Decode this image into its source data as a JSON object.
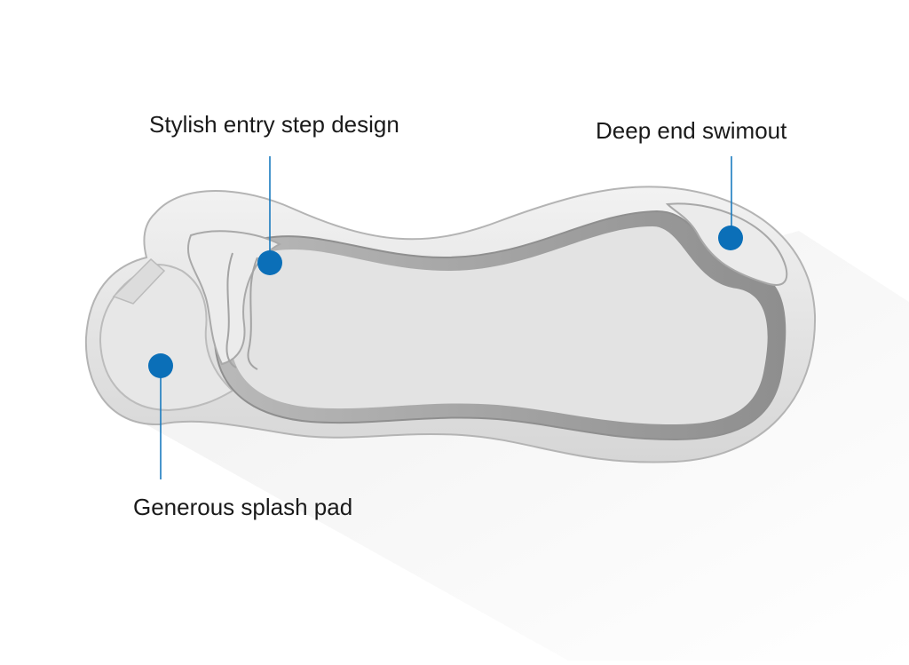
{
  "callouts": {
    "entry_step": "Stylish entry step design",
    "deep_end": "Deep end swimout",
    "splash_pad": "Generous splash pad"
  },
  "colors": {
    "marker": "#0b6fb8",
    "leader": "#1a7bbf",
    "pool_rim": "#c9c9c9",
    "pool_floor": "#e4e4e4",
    "shadow": "#f1f1f1",
    "label_text": "#1a1a1a"
  },
  "icons": [
    "callout-marker-dot"
  ]
}
